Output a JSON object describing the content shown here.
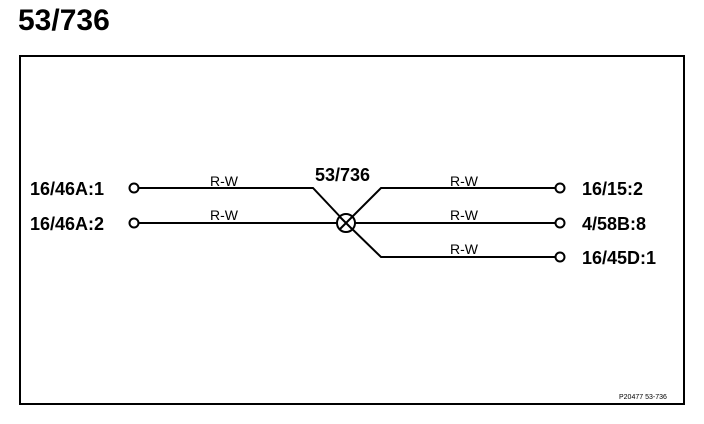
{
  "title": "53/736",
  "splice": {
    "label": "53/736"
  },
  "left_connectors": [
    {
      "label": "16/46A:1",
      "wire_color": "R-W"
    },
    {
      "label": "16/46A:2",
      "wire_color": "R-W"
    }
  ],
  "right_connectors": [
    {
      "label": "16/15:2",
      "wire_color": "R-W"
    },
    {
      "label": "4/58B:8",
      "wire_color": "R-W"
    },
    {
      "label": "16/45D:1",
      "wire_color": "R-W"
    }
  ],
  "reference": "P20477  53-736"
}
